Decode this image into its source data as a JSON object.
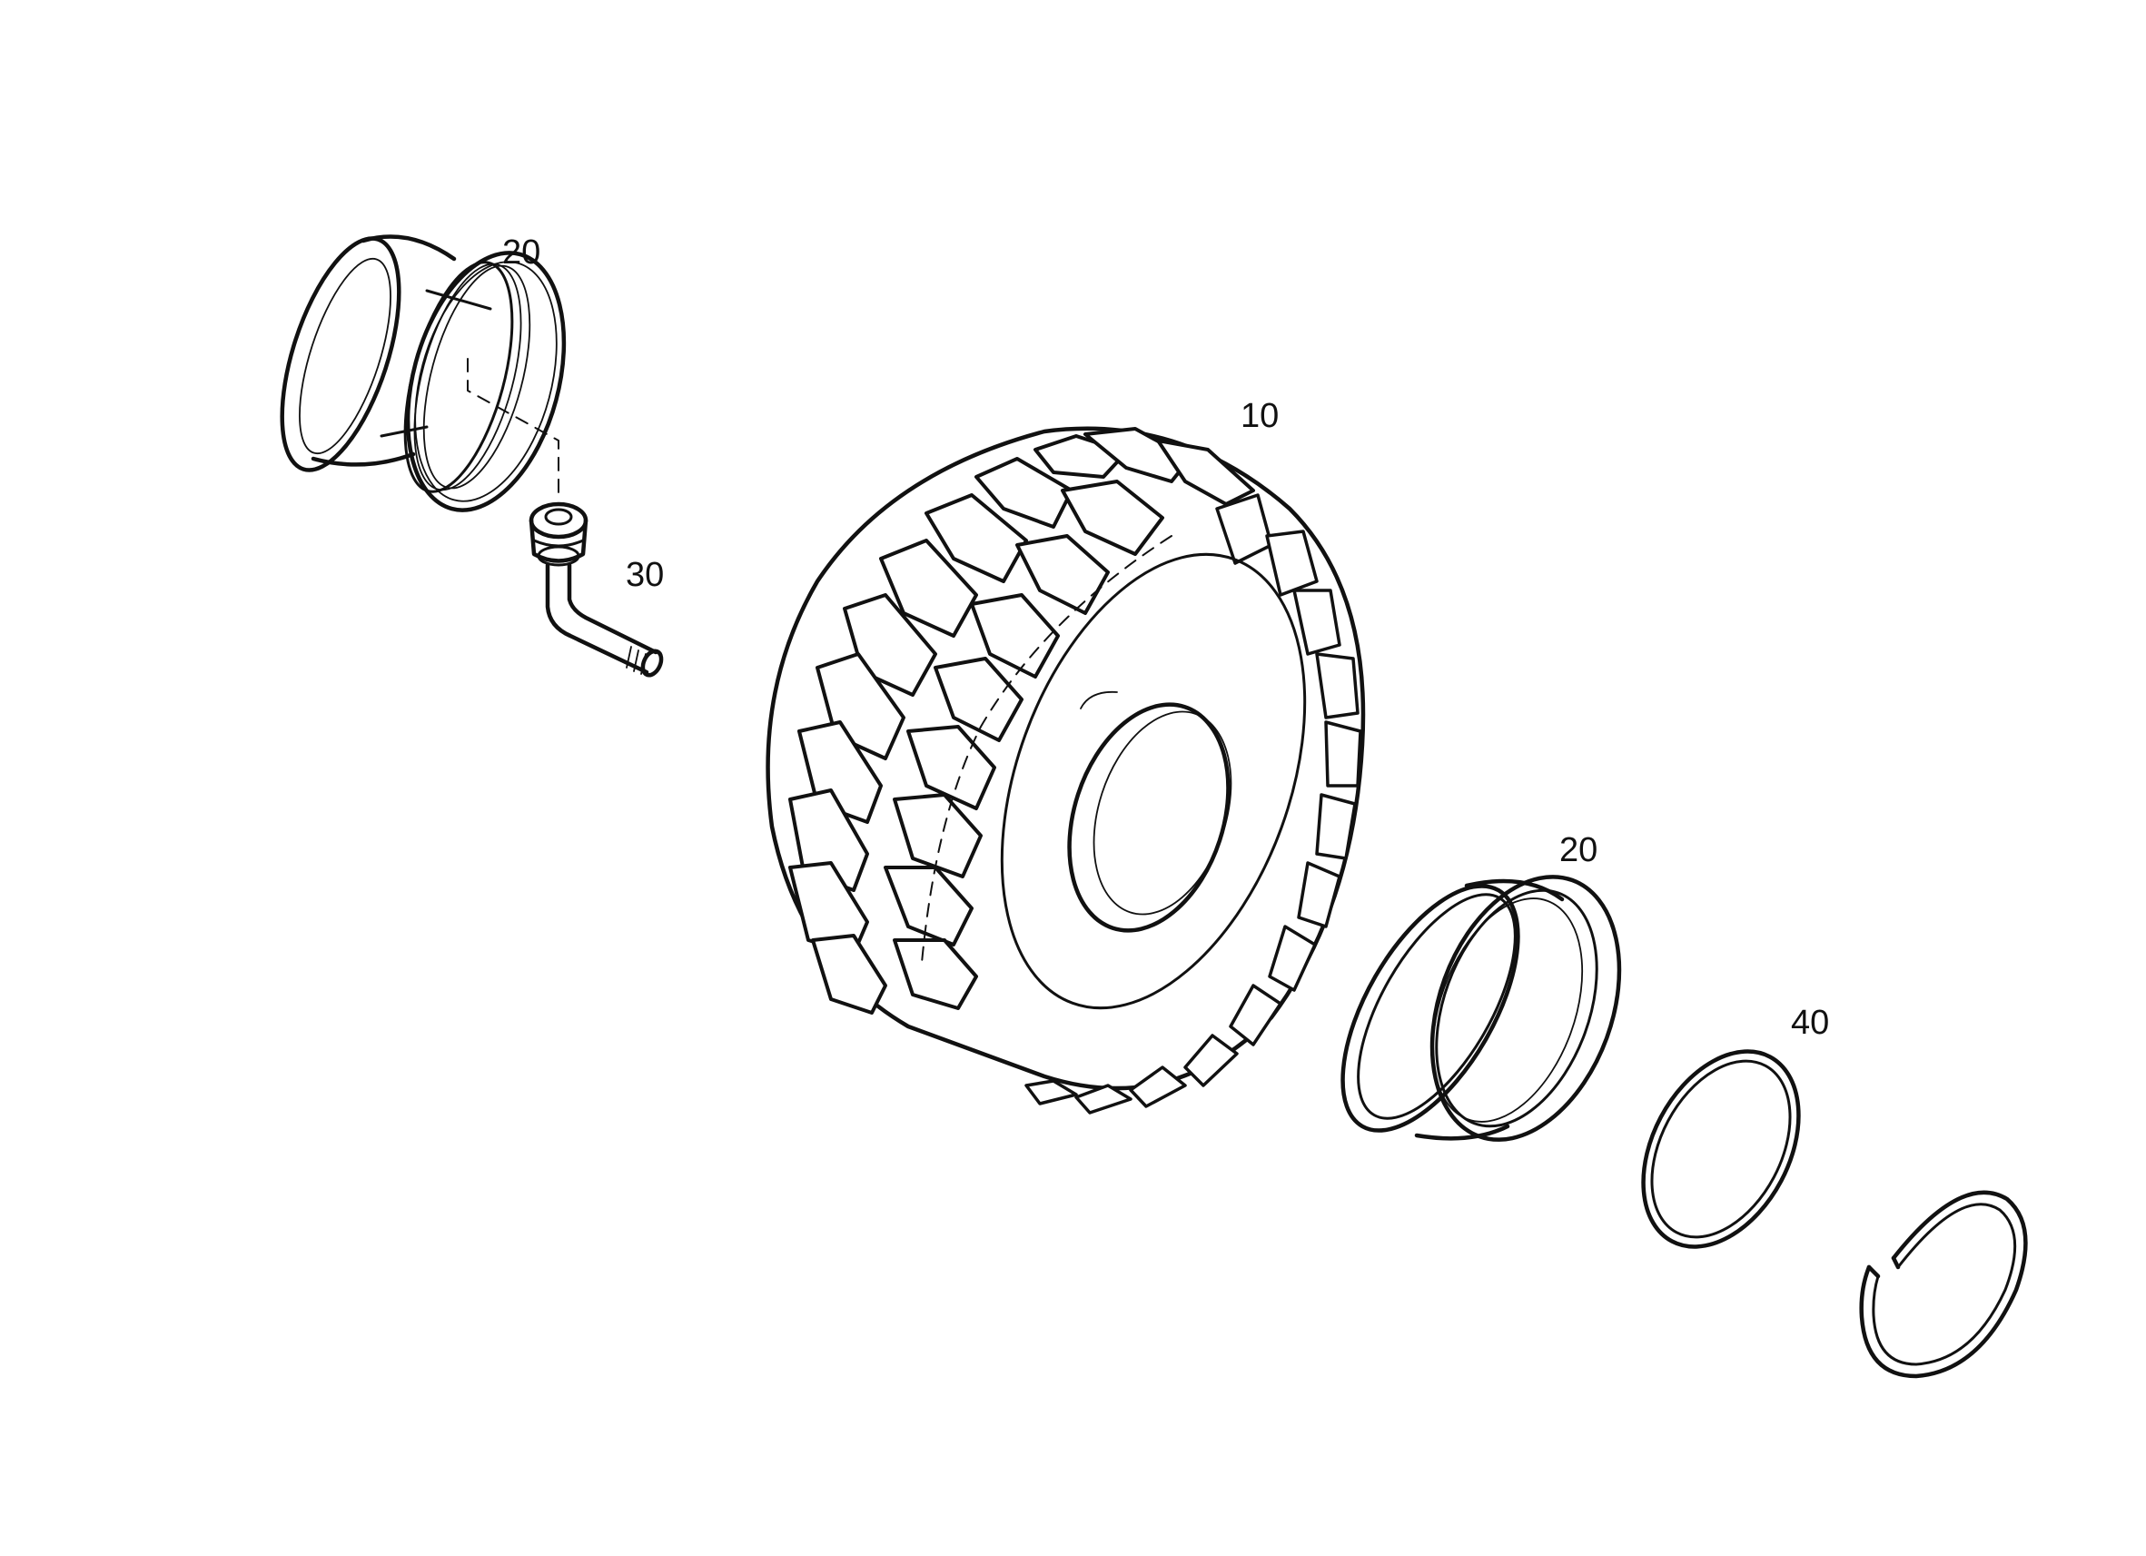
{
  "diagram": {
    "parts": [
      {
        "id": "tire",
        "label": "10"
      },
      {
        "id": "rim",
        "label": "20"
      },
      {
        "id": "valve",
        "label": "30"
      },
      {
        "id": "flange",
        "label": "20"
      },
      {
        "id": "bead-seat-ring",
        "label": "40"
      },
      {
        "id": "lock-ring"
      }
    ]
  }
}
